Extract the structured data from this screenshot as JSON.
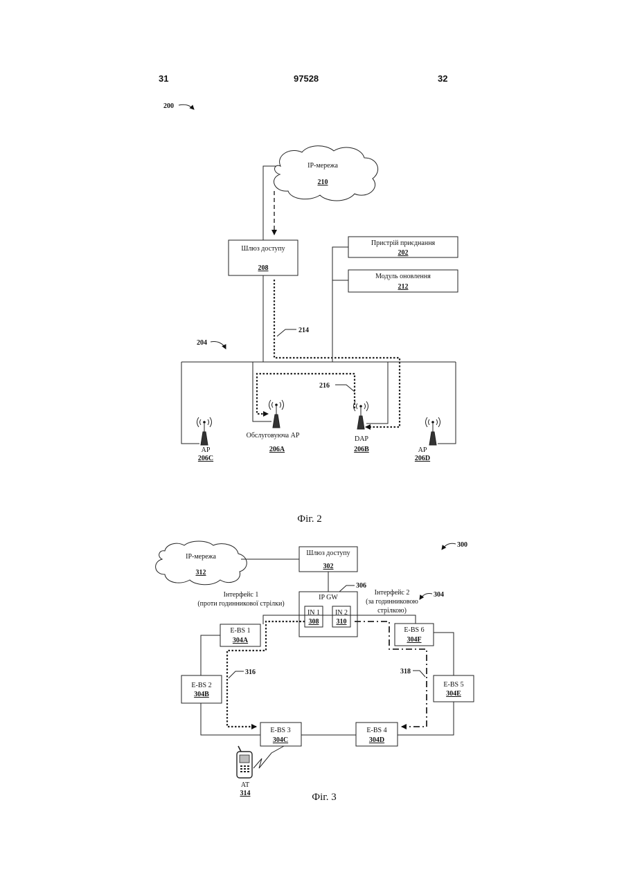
{
  "header": {
    "left": "31",
    "center": "97528",
    "right": "32"
  },
  "fig2": {
    "ref": "200",
    "network_ref": "204",
    "cloud": {
      "label": "IP-мережа",
      "num": "210"
    },
    "gateway": {
      "label": "Шлюз доступу",
      "num": "208"
    },
    "attach_device": {
      "label": "Пристрій приєднання",
      "num": "202"
    },
    "update_module": {
      "label": "Модуль оновлення",
      "num": "212"
    },
    "path_214": "214",
    "path_216": "216",
    "ap_c": {
      "label": "AP",
      "num": "206C"
    },
    "ap_a": {
      "label": "Обслуговуюча AP",
      "num": "206A"
    },
    "ap_b": {
      "label": "DAP",
      "num": "206B"
    },
    "ap_d": {
      "label": "AP",
      "num": "206D"
    },
    "caption": "Фіг. 2"
  },
  "fig3": {
    "ref": "300",
    "ring_ref": "304",
    "cloud": {
      "label": "IP-мережа",
      "num": "312"
    },
    "gateway": {
      "label": "Шлюз доступу",
      "num": "302"
    },
    "ipgw": {
      "label": "IP GW",
      "num": "306"
    },
    "in1": {
      "label": "IN 1",
      "num": "308"
    },
    "in2": {
      "label": "IN 2",
      "num": "310"
    },
    "iface1": {
      "line1": "Інтерфейс 1",
      "line2": "(проти годинникової стрілки)"
    },
    "iface2": {
      "line1": "Інтерфейс 2",
      "line2": "(за годинниковою",
      "line3": "стрілкою)"
    },
    "ebs1": {
      "label": "E-BS 1",
      "num": "304A"
    },
    "ebs2": {
      "label": "E-BS 2",
      "num": "304B"
    },
    "ebs3": {
      "label": "E-BS 3",
      "num": "304C"
    },
    "ebs4": {
      "label": "E-BS 4",
      "num": "304D"
    },
    "ebs5": {
      "label": "E-BS 5",
      "num": "304E"
    },
    "ebs6": {
      "label": "E-BS 6",
      "num": "304F"
    },
    "path_316": "316",
    "path_318": "318",
    "terminal": {
      "label": "AT",
      "num": "314"
    },
    "caption": "Фіг. 3"
  }
}
